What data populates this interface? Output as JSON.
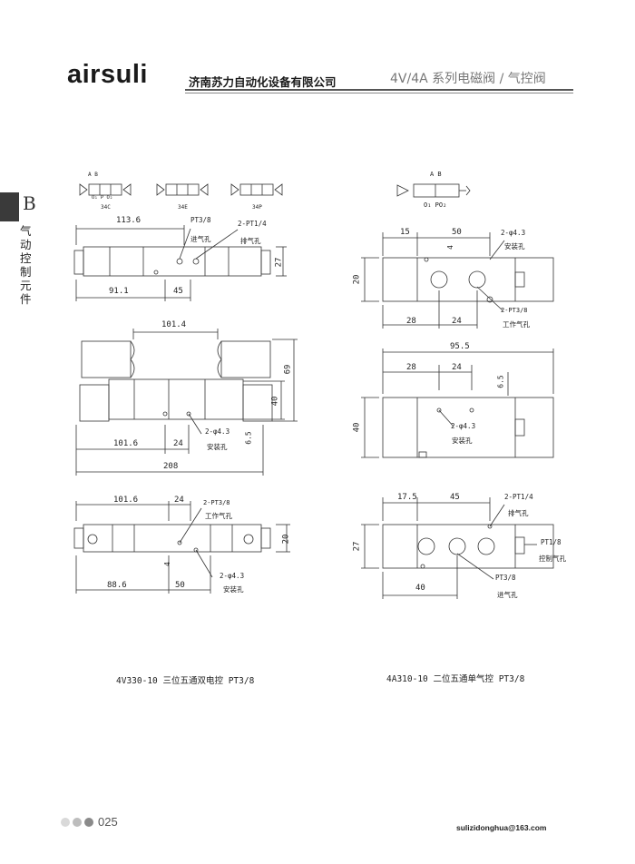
{
  "header": {
    "brand": "airsuli",
    "company": "济南苏力自动化设备有限公司",
    "series": "4V/4A 系列电磁阀 / 气控阀"
  },
  "sidebar": {
    "letter": "B",
    "label": "气动控制元件"
  },
  "left_drawing": {
    "caption": "4V330-10 三位五通双电控 PT3/8",
    "symbols": {
      "ports_ab": "A B",
      "ports_bottom": "O₁ P O₂",
      "codes": [
        "34C",
        "34E",
        "34P"
      ]
    },
    "top_view": {
      "dim_length": "113.6",
      "port_pt38": "PT3/8",
      "port_pt38_desc": "进气孔",
      "port_exhaust": "2-PT1/4",
      "port_exhaust_desc": "排气孔",
      "dim_height": "27",
      "dim_left": "91.1",
      "dim_pitch": "45"
    },
    "front_view": {
      "dim_width": "101.4",
      "dim_total_h": "69",
      "dim_body_h": "40",
      "mount_hole": "2-φ4.3",
      "mount_hole_desc": "安装孔",
      "dim_offset": "6.5",
      "dim_left": "101.6",
      "dim_pitch": "24",
      "dim_total_len": "208"
    },
    "bottom_view": {
      "dim_left": "101.6",
      "dim_pitch": "24",
      "port_work": "2-PT3/8",
      "port_work_desc": "工作气孔",
      "dim_height": "20",
      "dim_small": "4",
      "mount_hole": "2-φ4.3",
      "mount_hole_desc": "安装孔",
      "dim_bottom_left": "88.6",
      "dim_bottom_pitch": "50"
    }
  },
  "right_drawing": {
    "caption": "4A310-10 二位五通单气控 PT3/8",
    "symbols": {
      "ports_ab": "A B",
      "ports_bottom": "O₁ PO₂"
    },
    "top_view": {
      "dim_left": "15",
      "dim_pitch": "50",
      "mount_hole": "2-φ4.3",
      "mount_hole_desc": "安装孔",
      "dim_small": "4",
      "dim_height": "20",
      "port_work": "2-PT3/8",
      "port_work_desc": "工作气孔",
      "dim_bottom_left": "28",
      "dim_bottom_pitch": "24"
    },
    "middle_view": {
      "dim_length": "95.5",
      "dim_left": "28",
      "dim_pitch": "24",
      "dim_offset": "6.5",
      "dim_height": "40",
      "mount_hole": "2-φ4.3",
      "mount_hole_desc": "安装孔"
    },
    "bottom_view": {
      "dim_left": "17.5",
      "dim_pitch": "45",
      "port_exhaust": "2-PT1/4",
      "port_exhaust_desc": "排气孔",
      "dim_height": "27",
      "port_control": "PT1/8",
      "port_control_desc": "控制气孔",
      "port_inlet": "PT3/8",
      "port_inlet_desc": "进气孔",
      "dim_bottom": "40"
    }
  },
  "footer": {
    "page_number": "025",
    "email": "sulizidonghua@163.com",
    "dot_colors": [
      "#d9d9d9",
      "#bdbdbd",
      "#8a8a8a"
    ]
  }
}
